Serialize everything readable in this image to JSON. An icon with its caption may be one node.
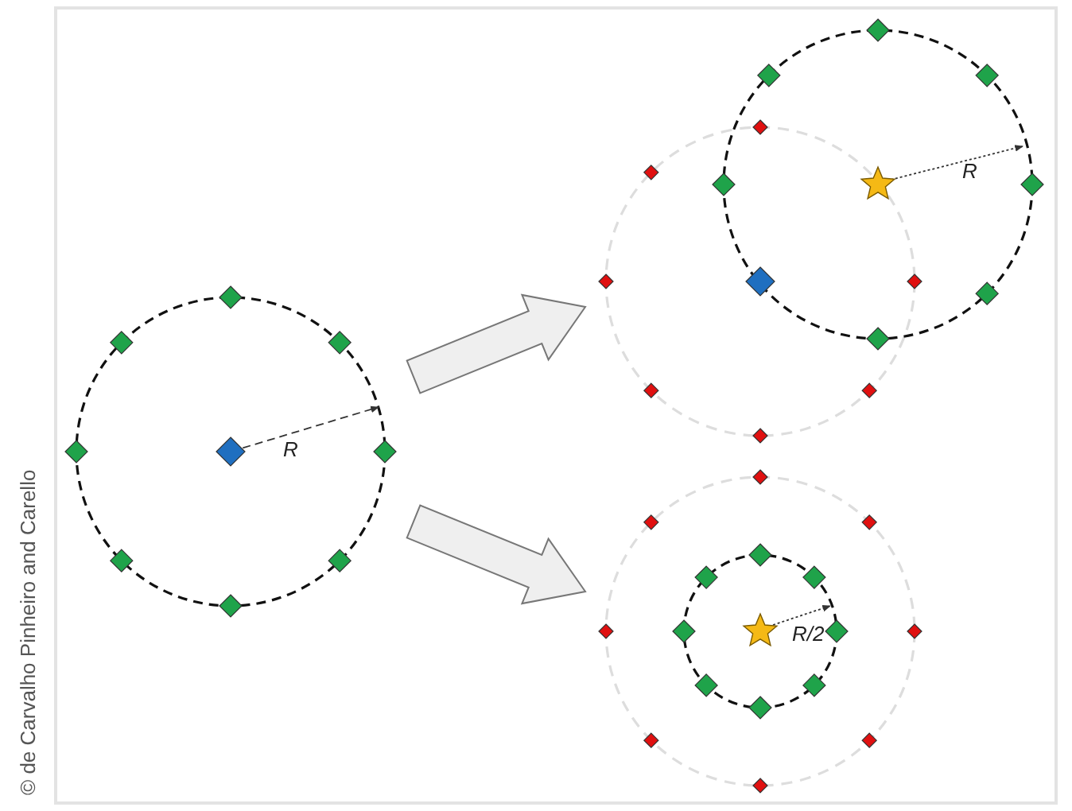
{
  "diagram": {
    "nodes": [
      {
        "text": [
          "R"
        ]
      },
      {
        "text": [
          "R"
        ]
      },
      {
        "text": [
          "R/2"
        ]
      }
    ],
    "edges": [
      {
        "from": 0,
        "to": 1,
        "arrow": "to"
      },
      {
        "from": 0,
        "to": 2,
        "arrow": "to"
      }
    ],
    "labels": [
      "© de Carvalho Pinheiro and Carello"
    ]
  }
}
